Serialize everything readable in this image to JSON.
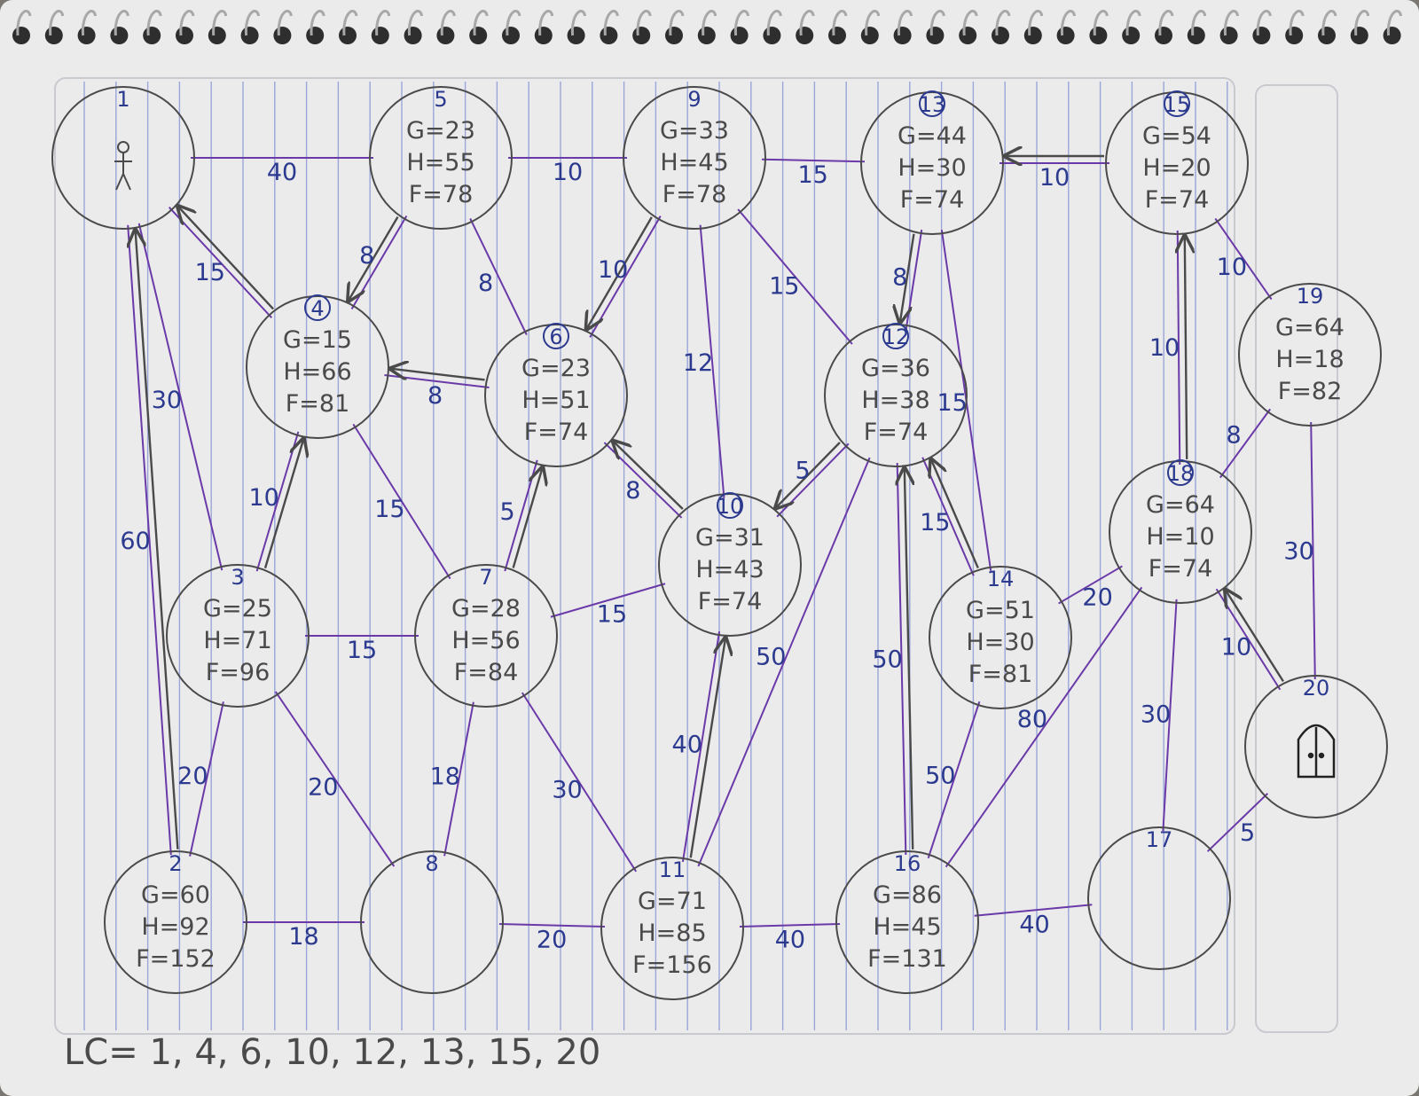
{
  "colors": {
    "paper": "#ecebec",
    "rule": "#9aa6d8",
    "ink_pencil": "#4a4a4a",
    "ink_purple": "#6a3aa8",
    "ink_blue": "#2b3a8f"
  },
  "nodes": [
    {
      "id": "1",
      "label": "1",
      "icon": "person-icon",
      "g": "",
      "h": "",
      "f": "",
      "circled": false
    },
    {
      "id": "2",
      "label": "2",
      "g": "G=60",
      "h": "H=92",
      "f": "F=152",
      "circled": false
    },
    {
      "id": "3",
      "label": "3",
      "g": "G=25",
      "h": "H=71",
      "f": "F=96",
      "circled": false
    },
    {
      "id": "4",
      "label": "4",
      "g": "G=15",
      "h": "H=66",
      "f": "F=81",
      "circled": true
    },
    {
      "id": "5",
      "label": "5",
      "g": "G=23",
      "h": "H=55",
      "f": "F=78",
      "circled": false
    },
    {
      "id": "6",
      "label": "6",
      "g": "G=23",
      "h": "H=51",
      "f": "F=74",
      "circled": true
    },
    {
      "id": "7",
      "label": "7",
      "g": "G=28",
      "h": "H=56",
      "f": "F=84",
      "circled": false
    },
    {
      "id": "8",
      "label": "8",
      "g": "",
      "h": "",
      "f": "",
      "circled": false
    },
    {
      "id": "9",
      "label": "9",
      "g": "G=33",
      "h": "H=45",
      "f": "F=78",
      "circled": false
    },
    {
      "id": "10",
      "label": "10",
      "g": "G=31",
      "h": "H=43",
      "f": "F=74",
      "circled": true
    },
    {
      "id": "11",
      "label": "11",
      "g": "G=71",
      "h": "H=85",
      "f": "F=156",
      "circled": false
    },
    {
      "id": "12",
      "label": "12",
      "g": "G=36",
      "h": "H=38",
      "f": "F=74",
      "circled": true
    },
    {
      "id": "13",
      "label": "13",
      "g": "G=44",
      "h": "H=30",
      "f": "F=74",
      "circled": true
    },
    {
      "id": "14",
      "label": "14",
      "g": "G=51",
      "h": "H=30",
      "f": "F=81",
      "circled": false
    },
    {
      "id": "15",
      "label": "15",
      "g": "G=54",
      "h": "H=20",
      "f": "F=74",
      "circled": true
    },
    {
      "id": "16",
      "label": "16",
      "g": "G=86",
      "h": "H=45",
      "f": "F=131",
      "circled": false
    },
    {
      "id": "17",
      "label": "17",
      "g": "",
      "h": "",
      "f": "",
      "circled": false
    },
    {
      "id": "18",
      "label": "18",
      "g": "G=64",
      "h": "H=10",
      "f": "F=74",
      "circled": true
    },
    {
      "id": "19",
      "label": "19",
      "g": "G=64",
      "h": "H=18",
      "f": "F=82",
      "circled": false
    },
    {
      "id": "20",
      "label": "20",
      "icon": "door-icon",
      "g": "",
      "h": "",
      "f": "",
      "circled": false
    }
  ],
  "edges": [
    {
      "from": "1",
      "to": "5",
      "weight": "40"
    },
    {
      "from": "1",
      "to": "4",
      "weight": "15"
    },
    {
      "from": "1",
      "to": "3",
      "weight": "30"
    },
    {
      "from": "1",
      "to": "2",
      "weight": "60"
    },
    {
      "from": "5",
      "to": "9",
      "weight": "10"
    },
    {
      "from": "5",
      "to": "4",
      "weight": "8"
    },
    {
      "from": "5",
      "to": "6",
      "weight": "8"
    },
    {
      "from": "9",
      "to": "13",
      "weight": "15"
    },
    {
      "from": "9",
      "to": "6",
      "weight": "10"
    },
    {
      "from": "9",
      "to": "10",
      "weight": "12"
    },
    {
      "from": "9",
      "to": "12",
      "weight": "15"
    },
    {
      "from": "13",
      "to": "15",
      "weight": "10"
    },
    {
      "from": "13",
      "to": "12",
      "weight": "8"
    },
    {
      "from": "13",
      "to": "14",
      "weight": "15"
    },
    {
      "from": "15",
      "to": "19",
      "weight": "10"
    },
    {
      "from": "15",
      "to": "18",
      "weight": "10"
    },
    {
      "from": "4",
      "to": "6",
      "weight": "8"
    },
    {
      "from": "4",
      "to": "3",
      "weight": "10"
    },
    {
      "from": "4",
      "to": "7",
      "weight": "15"
    },
    {
      "from": "6",
      "to": "7",
      "weight": "5"
    },
    {
      "from": "6",
      "to": "10",
      "weight": "8"
    },
    {
      "from": "12",
      "to": "10",
      "weight": "5"
    },
    {
      "from": "12",
      "to": "14",
      "weight": "15"
    },
    {
      "from": "12",
      "to": "11",
      "weight": "50"
    },
    {
      "from": "12",
      "to": "16",
      "weight": "50"
    },
    {
      "from": "19",
      "to": "18",
      "weight": "8"
    },
    {
      "from": "19",
      "to": "20",
      "weight": "30"
    },
    {
      "from": "3",
      "to": "7",
      "weight": "15"
    },
    {
      "from": "3",
      "to": "2",
      "weight": "20"
    },
    {
      "from": "3",
      "to": "8",
      "weight": "20"
    },
    {
      "from": "7",
      "to": "10",
      "weight": "15"
    },
    {
      "from": "7",
      "to": "8",
      "weight": "18"
    },
    {
      "from": "7",
      "to": "11",
      "weight": "30"
    },
    {
      "from": "10",
      "to": "11",
      "weight": "40"
    },
    {
      "from": "14",
      "to": "18",
      "weight": "20"
    },
    {
      "from": "14",
      "to": "16",
      "weight": "50"
    },
    {
      "from": "18",
      "to": "20",
      "weight": "10"
    },
    {
      "from": "18",
      "to": "17",
      "weight": "30"
    },
    {
      "from": "18",
      "to": "16",
      "weight": "80"
    },
    {
      "from": "2",
      "to": "8",
      "weight": "18"
    },
    {
      "from": "8",
      "to": "11",
      "weight": "20"
    },
    {
      "from": "11",
      "to": "16",
      "weight": "40"
    },
    {
      "from": "16",
      "to": "17",
      "weight": "40"
    },
    {
      "from": "17",
      "to": "20",
      "weight": "5"
    }
  ],
  "path_arrows": [
    {
      "from": "2",
      "to": "1"
    },
    {
      "from": "4",
      "to": "1"
    },
    {
      "from": "5",
      "to": "4"
    },
    {
      "from": "3",
      "to": "4"
    },
    {
      "from": "6",
      "to": "4"
    },
    {
      "from": "9",
      "to": "6"
    },
    {
      "from": "7",
      "to": "6"
    },
    {
      "from": "10",
      "to": "6"
    },
    {
      "from": "11",
      "to": "10"
    },
    {
      "from": "12",
      "to": "10"
    },
    {
      "from": "13",
      "to": "12"
    },
    {
      "from": "14",
      "to": "12"
    },
    {
      "from": "16",
      "to": "12"
    },
    {
      "from": "15",
      "to": "13"
    },
    {
      "from": "18",
      "to": "15"
    },
    {
      "from": "20",
      "to": "18"
    }
  ],
  "closed_list": "LC= 1, 4, 6, 10, 12, 13, 15, 20"
}
